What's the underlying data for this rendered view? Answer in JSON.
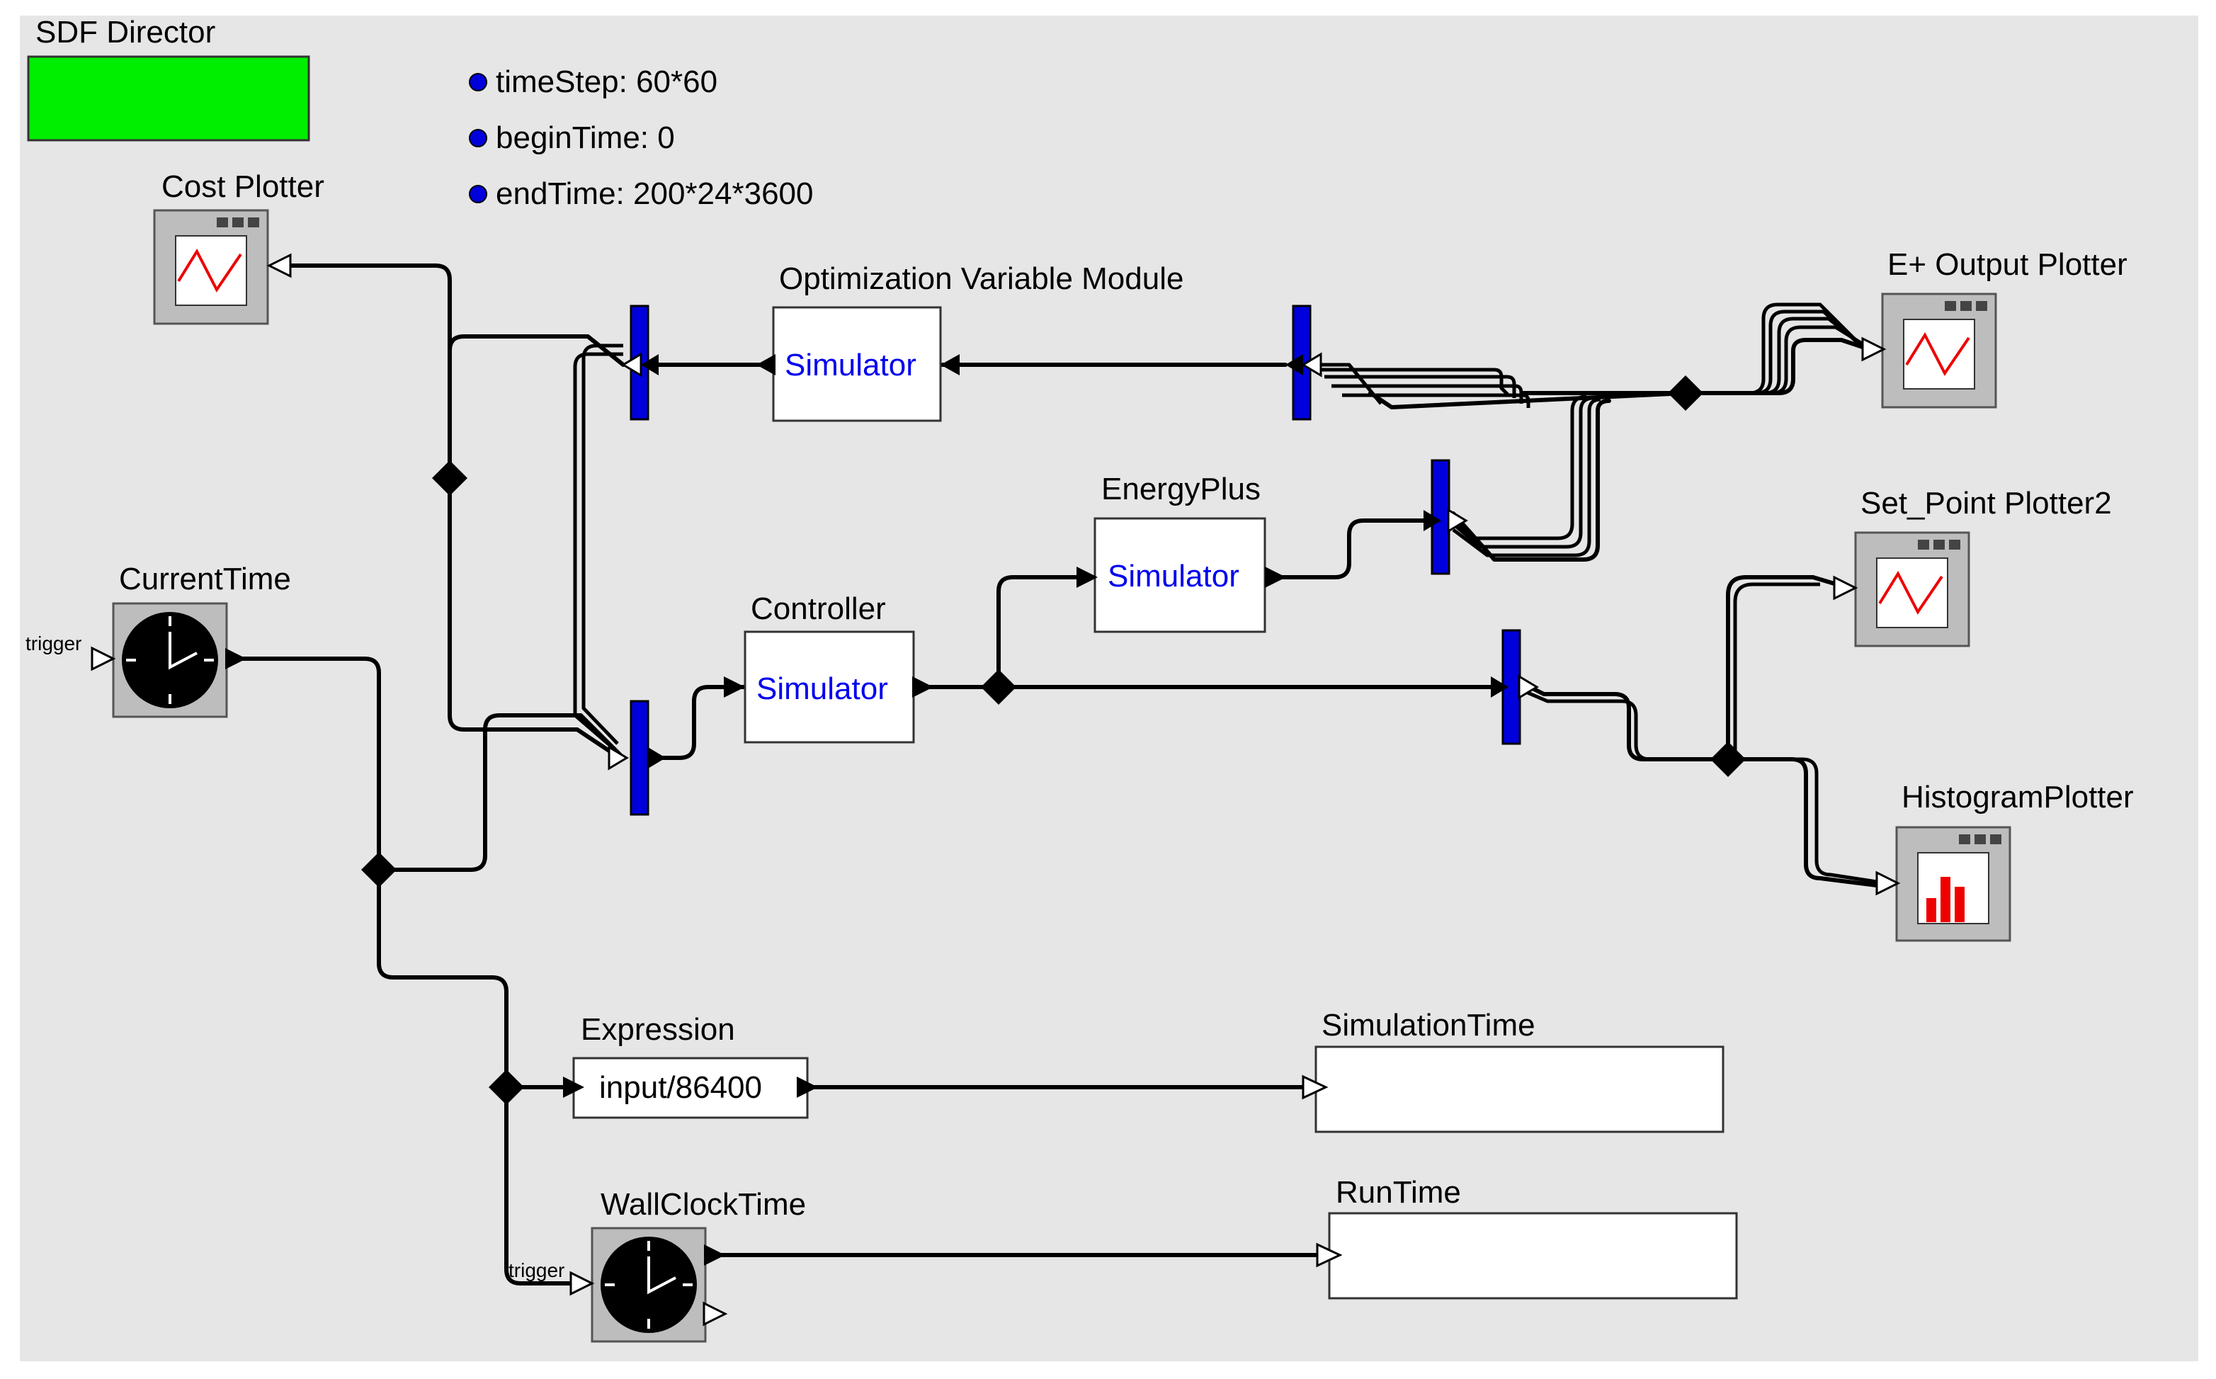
{
  "director": {
    "label": "SDF Director",
    "color": "#00ee00"
  },
  "parameters": [
    {
      "text": "timeStep: 60*60"
    },
    {
      "text": "beginTime: 0"
    },
    {
      "text": "endTime: 200*24*3600"
    }
  ],
  "actors": {
    "cost_plotter": "Cost Plotter",
    "eplus_output_plotter": "E+ Output Plotter",
    "setpoint_plotter": "Set_Point Plotter2",
    "histogram_plotter": "HistogramPlotter",
    "current_time": "CurrentTime",
    "wall_clock_time": "WallClockTime",
    "expression": "Expression",
    "expression_value": "input/86400",
    "simulation_time": "SimulationTime",
    "run_time": "RunTime",
    "optimization_module": "Optimization Variable Module",
    "energyplus": "EnergyPlus",
    "controller": "Controller"
  },
  "simulator_label": "Simulator",
  "trigger_label": "trigger",
  "colors": {
    "canvas": "#e6e6e6",
    "bus": "#0000dd",
    "plotter_frame": "#bdbdbd",
    "plot_line": "#ee0000",
    "clock_face": "#000000",
    "simulator_text": "#0000ee"
  },
  "icons": {
    "plotter": "sine-plot-icon",
    "histogram": "bar-chart-icon",
    "clock": "clock-icon"
  }
}
